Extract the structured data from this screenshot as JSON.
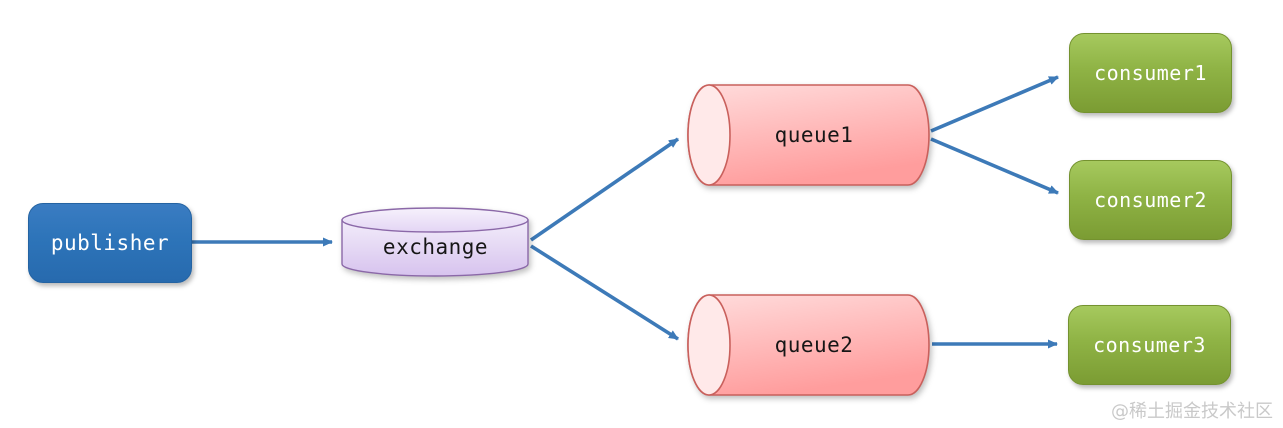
{
  "diagram": {
    "type": "message-queue-topology",
    "nodes": [
      {
        "id": "publisher",
        "label": "publisher",
        "shape": "rounded-rect",
        "fill": "#2d74b9",
        "text_color": "#ffffff"
      },
      {
        "id": "exchange",
        "label": "exchange",
        "shape": "cylinder-vertical",
        "fill": "#dcc9f0",
        "border": "#8b68a8",
        "text_color": "#161616"
      },
      {
        "id": "queue1",
        "label": "queue1",
        "shape": "cylinder-horizontal",
        "fill": "#ffabab",
        "border": "#c9605c",
        "text_color": "#161616"
      },
      {
        "id": "queue2",
        "label": "queue2",
        "shape": "cylinder-horizontal",
        "fill": "#ffabab",
        "border": "#c9605c",
        "text_color": "#161616"
      },
      {
        "id": "consumer1",
        "label": "consumer1",
        "shape": "rounded-rect",
        "fill": "#8fb345",
        "text_color": "#ffffff"
      },
      {
        "id": "consumer2",
        "label": "consumer2",
        "shape": "rounded-rect",
        "fill": "#8fb345",
        "text_color": "#ffffff"
      },
      {
        "id": "consumer3",
        "label": "consumer3",
        "shape": "rounded-rect",
        "fill": "#8fb345",
        "text_color": "#ffffff"
      }
    ],
    "edges": [
      {
        "from": "publisher",
        "to": "exchange"
      },
      {
        "from": "exchange",
        "to": "queue1"
      },
      {
        "from": "exchange",
        "to": "queue2"
      },
      {
        "from": "queue1",
        "to": "consumer1"
      },
      {
        "from": "queue1",
        "to": "consumer2"
      },
      {
        "from": "queue2",
        "to": "consumer3"
      }
    ],
    "arrow_color": "#3d7ab8",
    "background_color": "#ffffff"
  },
  "watermark": {
    "text": "@稀土掘金技术社区",
    "color": "#c9c9c9"
  }
}
